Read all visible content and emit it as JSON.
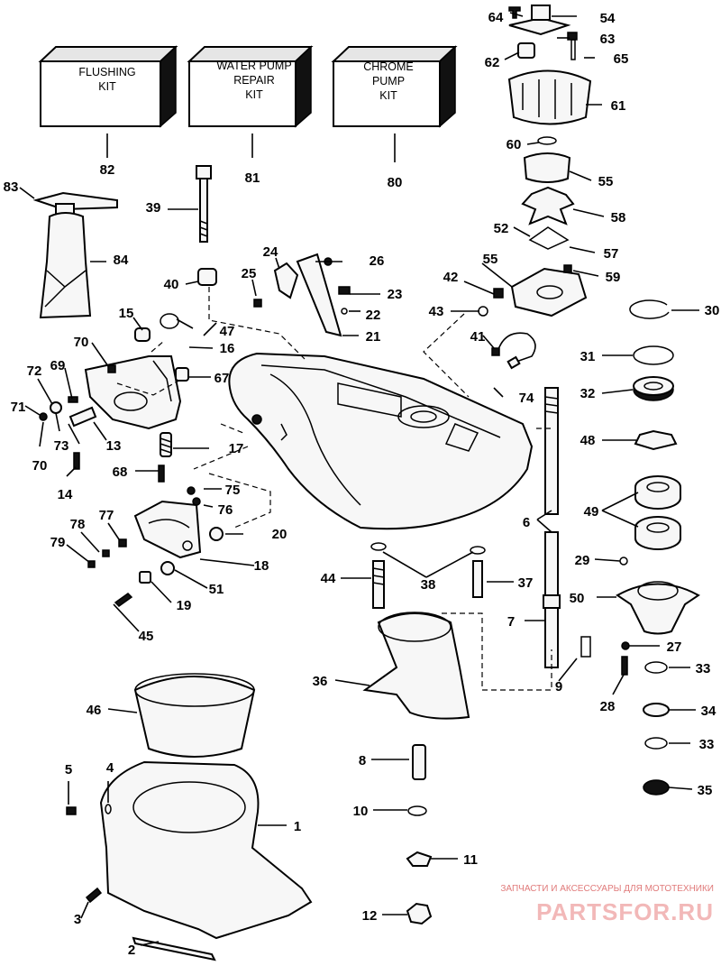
{
  "kits": {
    "flushing": [
      "FLUSHING",
      "KIT"
    ],
    "water_pump": [
      "WATER PUMP",
      "REPAIR",
      "KIT"
    ],
    "chrome_pump": [
      "CHROME",
      "PUMP",
      "KIT"
    ]
  },
  "labels": {
    "l1": "1",
    "l2": "2",
    "l3": "3",
    "l4": "4",
    "l5": "5",
    "l6": "6",
    "l7": "7",
    "l8": "8",
    "l9": "9",
    "l10": "10",
    "l11": "11",
    "l12": "12",
    "l13": "13",
    "l14": "14",
    "l15": "15",
    "l16": "16",
    "l17": "17",
    "l18": "18",
    "l19": "19",
    "l20": "20",
    "l21": "21",
    "l22": "22",
    "l23": "23",
    "l24": "24",
    "l25": "25",
    "l26": "26",
    "l27": "27",
    "l28": "28",
    "l29": "29",
    "l30": "30",
    "l31": "31",
    "l32": "32",
    "l33a": "33",
    "l33b": "33",
    "l34": "34",
    "l35": "35",
    "l36": "36",
    "l37": "37",
    "l38": "38",
    "l39": "39",
    "l40": "40",
    "l41": "41",
    "l42": "42",
    "l43": "43",
    "l44": "44",
    "l45": "45",
    "l46": "46",
    "l47": "47",
    "l48": "48",
    "l49": "49",
    "l50": "50",
    "l51": "51",
    "l52": "52",
    "l54": "54",
    "l55a": "55",
    "l55b": "55",
    "l57": "57",
    "l58": "58",
    "l59": "59",
    "l60": "60",
    "l61": "61",
    "l62": "62",
    "l63": "63",
    "l64": "64",
    "l65": "65",
    "l67": "67",
    "l68": "68",
    "l69": "69",
    "l70a": "70",
    "l70b": "70",
    "l71": "71",
    "l72": "72",
    "l73": "73",
    "l74": "74",
    "l75": "75",
    "l76": "76",
    "l77": "77",
    "l78": "78",
    "l79": "79",
    "l80": "80",
    "l81": "81",
    "l82": "82",
    "l83": "83",
    "l84": "84"
  },
  "watermark": {
    "line1": "ЗАПЧАСТИ И АКСЕССУАРЫ ДЛЯ МОТОТЕХНИКИ",
    "line2": "PARTSFOR.RU"
  }
}
